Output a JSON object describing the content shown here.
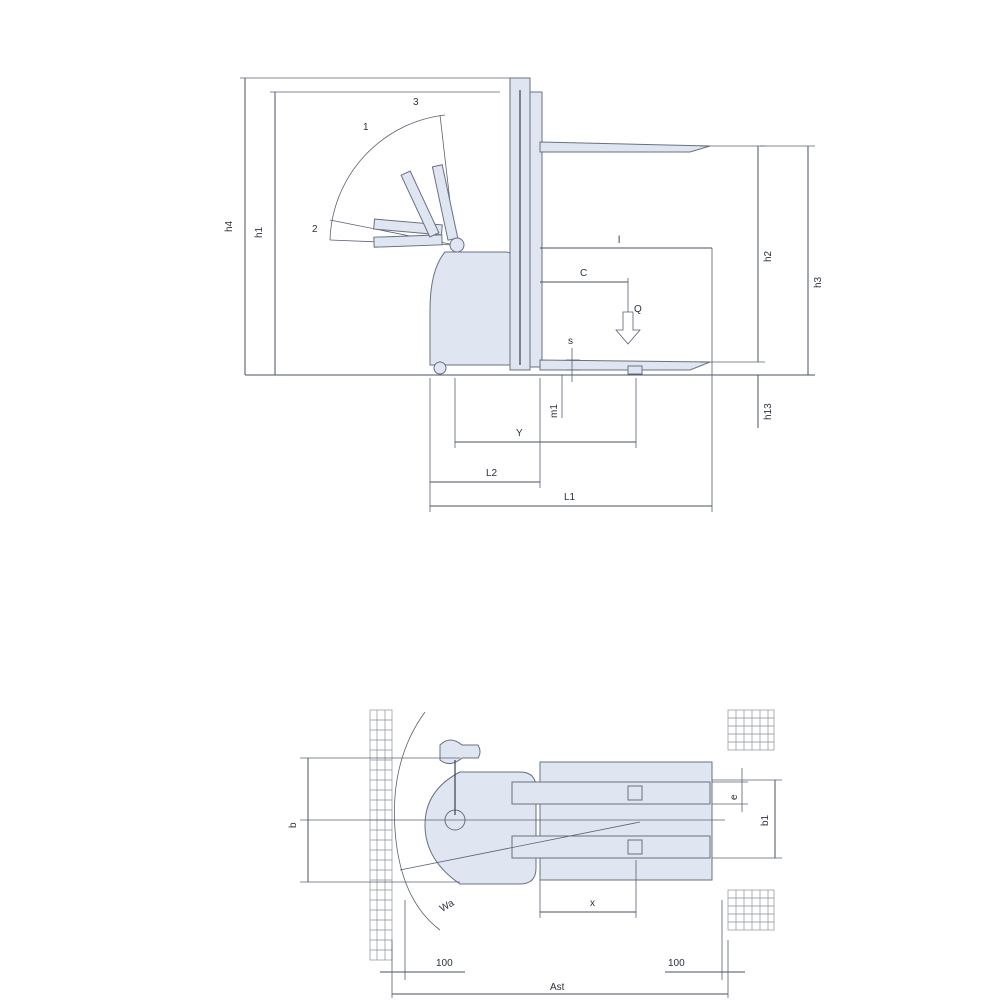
{
  "side_view": {
    "dims": {
      "h4": "h4",
      "h1": "h1",
      "h2": "h2",
      "h3": "h3",
      "h13": "h13",
      "l": "l",
      "c": "C",
      "q": "Q",
      "s": "s",
      "m1": "m1",
      "y": "Y",
      "l2": "L2",
      "l1": "L1"
    },
    "handle_positions": [
      "1",
      "2",
      "3"
    ]
  },
  "top_view": {
    "dims": {
      "b": "b",
      "b1": "b1",
      "e": "e",
      "x": "x",
      "wa": "Wa",
      "ast": "Ast",
      "margin_left": "100",
      "margin_right": "100"
    }
  }
}
